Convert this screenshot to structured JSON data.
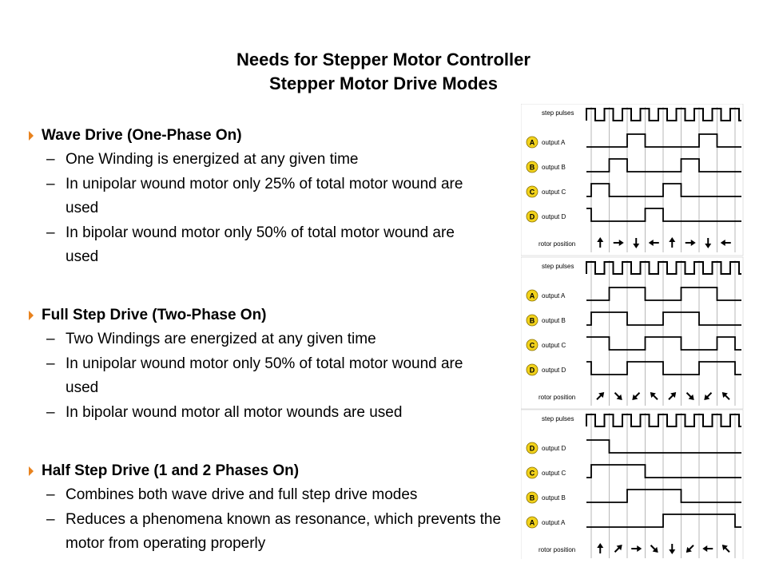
{
  "title": {
    "line1": "Needs for Stepper Motor Controller",
    "line2": "Stepper Motor Drive Modes"
  },
  "sections": [
    {
      "heading": "Wave Drive (One-Phase On)",
      "bullets": [
        "One Winding is energized at any given time",
        "In unipolar wound motor only 25% of total motor wound are used",
        "In bipolar wound motor only 50% of total motor wound are used"
      ]
    },
    {
      "heading": "Full Step Drive (Two-Phase On)",
      "bullets": [
        "Two Windings are energized at any given time",
        "In unipolar wound motor only 50% of total motor wound are used",
        "In bipolar wound motor all motor wounds are used"
      ]
    },
    {
      "heading": "Half Step Drive (1 and 2 Phases On)",
      "bullets": [
        "Combines both wave drive and full step drive modes",
        "Reduces a phenomena known as resonance, which prevents the motor from operating properly"
      ]
    }
  ],
  "bullet_color": "#e8821e",
  "diagrams": [
    {
      "step_label": "step pulses",
      "rotor_label": "rotor position",
      "rows": [
        {
          "letter": "A",
          "label": "output A",
          "high": [
            [
              2,
              3
            ],
            [
              6,
              7
            ]
          ]
        },
        {
          "letter": "B",
          "label": "output B",
          "high": [
            [
              1,
              2
            ],
            [
              5,
              6
            ]
          ]
        },
        {
          "letter": "C",
          "label": "output C",
          "high": [
            [
              0,
              1
            ],
            [
              4,
              5
            ]
          ]
        },
        {
          "letter": "D",
          "label": "output D",
          "high": [
            [
              -1,
              0
            ],
            [
              3,
              4
            ]
          ]
        }
      ],
      "arrows": [
        "up",
        "right",
        "down",
        "left",
        "up",
        "right",
        "down",
        "left"
      ]
    },
    {
      "step_label": "step pulses",
      "rotor_label": "rotor position",
      "rows": [
        {
          "letter": "A",
          "label": "output A",
          "high": [
            [
              1,
              3
            ],
            [
              5,
              7
            ]
          ]
        },
        {
          "letter": "B",
          "label": "output B",
          "high": [
            [
              0,
              2
            ],
            [
              4,
              6
            ]
          ]
        },
        {
          "letter": "C",
          "label": "output C",
          "high": [
            [
              -1,
              1
            ],
            [
              3,
              5
            ],
            [
              7,
              8
            ]
          ]
        },
        {
          "letter": "D",
          "label": "output D",
          "high": [
            [
              -1,
              0
            ],
            [
              2,
              4
            ],
            [
              6,
              8
            ]
          ]
        }
      ],
      "arrows": [
        "ne",
        "se",
        "sw",
        "nw",
        "ne",
        "se",
        "sw",
        "nw"
      ]
    },
    {
      "step_label": "step pulses",
      "rotor_label": "rotor position",
      "rows": [
        {
          "letter": "D",
          "label": "output D",
          "high": [
            [
              -1,
              1
            ]
          ]
        },
        {
          "letter": "C",
          "label": "output C",
          "high": [
            [
              0,
              3
            ]
          ]
        },
        {
          "letter": "B",
          "label": "output B",
          "high": [
            [
              2,
              5
            ]
          ]
        },
        {
          "letter": "A",
          "label": "output A",
          "high": [
            [
              4,
              8
            ]
          ]
        }
      ],
      "arrows": [
        "up",
        "ne",
        "right",
        "se",
        "down",
        "sw",
        "left",
        "nw"
      ]
    }
  ],
  "circle_color": "#f2d21b"
}
